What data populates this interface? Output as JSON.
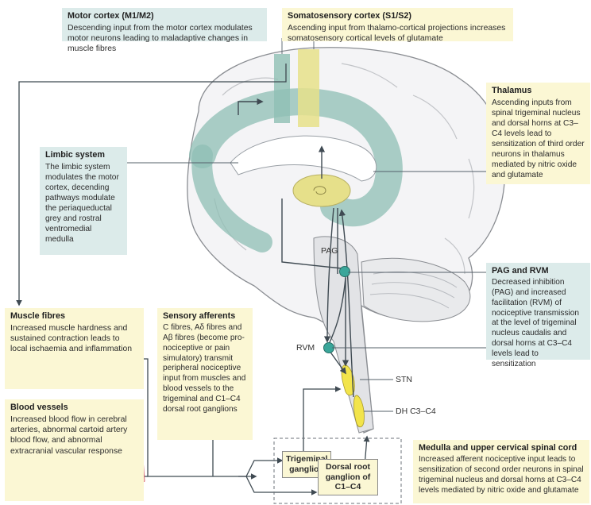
{
  "motor_cortex": {
    "title": "Motor cortex (M1/M2)",
    "text": "Descending input from the motor cortex modulates motor neurons leading to maladaptive changes in muscle fibres"
  },
  "somatosensory_cortex": {
    "title": "Somatosensory cortex (S1/S2)",
    "text": "Ascending input from thalamo-cortical projections increases somatosensory cortical levels of glutamate"
  },
  "thalamus": {
    "title": "Thalamus",
    "text": "Ascending inputs from spinal trigeminal nucleus and dorsal horns at C3–C4 levels lead to sensitization of third order neurons in thalamus mediated by nitric oxide and glutamate"
  },
  "limbic_system": {
    "title": "Limbic system",
    "text": "The limbic system modulates the motor cortex, decending pathways modulate the periaqueductal grey and rostral ventromedial medulla"
  },
  "pag_rvm": {
    "title": "PAG and RVM",
    "text": "Decreased inhibition (PAG) and increased facilitation (RVM) of nociceptive transmission at the level of trigeminal nucleus caudalis and dorsal horns at C3–C4 levels lead to sensitization"
  },
  "muscle_fibres": {
    "title": "Muscle fibres",
    "text": "Increased muscle hardness and sustained contraction leads to local ischaemia and inflammation"
  },
  "blood_vessels": {
    "title": "Blood vessels",
    "text": "Increased blood flow in cerebral arteries, abnormal cartoid artery blood flow, and abnormal extracranial vascular response"
  },
  "sensory_afferents": {
    "title": "Sensory afferents",
    "text": "C fibres, Aδ fibres and Aβ fibres (become pro-nociceptive or pain simulatory) transmit peripheral nociceptive input from muscles and blood vessels to the trigeminal and C1–C4 dorsal root ganglions"
  },
  "medulla": {
    "title": "Medulla and upper cervical spinal cord",
    "text": "Increased afferent nociceptive input leads to sensitization of second order neurons in spinal trigeminal nucleus and dorsal horns at C3–C4 levels mediated by nitric oxide and glutamate"
  },
  "labels": {
    "pag": "PAG",
    "rvm": "RVM",
    "stn": "STN",
    "dh": "DH C3–C4"
  },
  "ganglia": {
    "trigeminal": "Trigeminal ganglion",
    "dorsal_root": "Dorsal root ganglion of C1–C4"
  },
  "colors": {
    "teal_box": "#dcebea",
    "yellow_box": "#fbf7d4",
    "teal_tract": "#8fbfb4",
    "yellow_tract": "#e6e08a",
    "arrow": "#3f4a52",
    "node": "#3aa69a",
    "muscle": "#e8776a",
    "blood_cell": "#d8303a"
  }
}
